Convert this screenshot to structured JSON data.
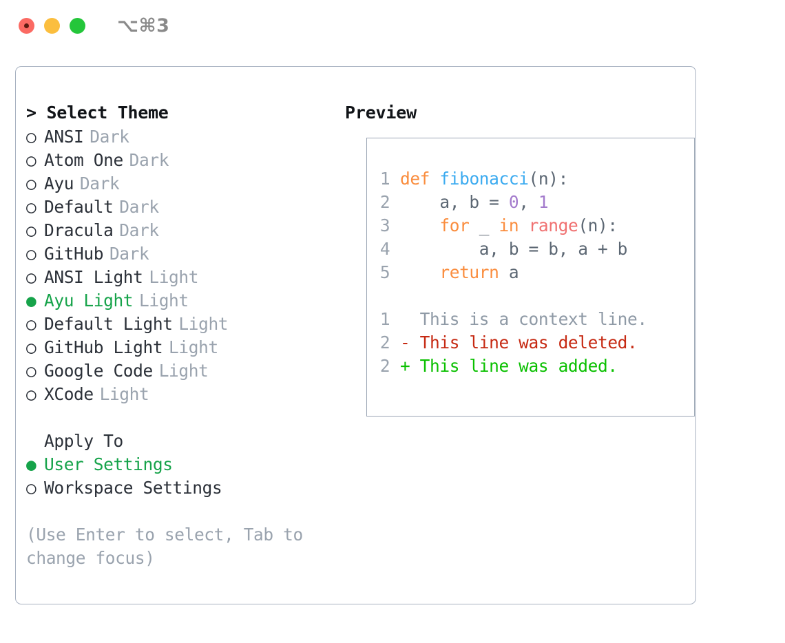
{
  "window": {
    "shortcut_label": "⌥⌘3",
    "traffic_lights": [
      "close",
      "minimize",
      "zoom"
    ]
  },
  "left_panel": {
    "title": "> Select Theme",
    "themes": [
      {
        "marker": "○",
        "name": "ANSI",
        "variant": "Dark",
        "selected": false
      },
      {
        "marker": "○",
        "name": "Atom One",
        "variant": "Dark",
        "selected": false
      },
      {
        "marker": "○",
        "name": "Ayu",
        "variant": "Dark",
        "selected": false
      },
      {
        "marker": "○",
        "name": "Default",
        "variant": "Dark",
        "selected": false
      },
      {
        "marker": "○",
        "name": "Dracula",
        "variant": "Dark",
        "selected": false
      },
      {
        "marker": "○",
        "name": "GitHub",
        "variant": "Dark",
        "selected": false
      },
      {
        "marker": "○",
        "name": "ANSI Light",
        "variant": "Light",
        "selected": false
      },
      {
        "marker": "●",
        "name": "Ayu Light",
        "variant": "Light",
        "selected": true
      },
      {
        "marker": "○",
        "name": "Default Light",
        "variant": "Light",
        "selected": false
      },
      {
        "marker": "○",
        "name": "GitHub Light",
        "variant": "Light",
        "selected": false
      },
      {
        "marker": "○",
        "name": "Google Code",
        "variant": "Light",
        "selected": false
      },
      {
        "marker": "○",
        "name": "XCode",
        "variant": "Light",
        "selected": false
      }
    ],
    "apply_to": {
      "heading": "Apply To",
      "options": [
        {
          "marker": "●",
          "label": "User Settings",
          "selected": true
        },
        {
          "marker": "○",
          "label": "Workspace Settings",
          "selected": false
        }
      ]
    },
    "hint": "(Use Enter to select, Tab to change focus)"
  },
  "right_panel": {
    "title": "Preview",
    "code_lines": [
      {
        "n": "1",
        "tokens": [
          {
            "t": "def",
            "c": "kw"
          },
          {
            "t": " ",
            "c": "pl"
          },
          {
            "t": "fibonacci",
            "c": "fn"
          },
          {
            "t": "(n):",
            "c": "pl"
          }
        ]
      },
      {
        "n": "2",
        "tokens": [
          {
            "t": "    a, b = ",
            "c": "pl"
          },
          {
            "t": "0",
            "c": "num"
          },
          {
            "t": ", ",
            "c": "pl"
          },
          {
            "t": "1",
            "c": "num"
          }
        ]
      },
      {
        "n": "3",
        "tokens": [
          {
            "t": "    ",
            "c": "pl"
          },
          {
            "t": "for",
            "c": "kw"
          },
          {
            "t": " _ ",
            "c": "pl"
          },
          {
            "t": "in",
            "c": "kw"
          },
          {
            "t": " ",
            "c": "pl"
          },
          {
            "t": "range",
            "c": "call"
          },
          {
            "t": "(n):",
            "c": "pl"
          }
        ]
      },
      {
        "n": "4",
        "tokens": [
          {
            "t": "        a, b = b, a + b",
            "c": "pl"
          }
        ]
      },
      {
        "n": "5",
        "tokens": [
          {
            "t": "    ",
            "c": "pl"
          },
          {
            "t": "return",
            "c": "kw"
          },
          {
            "t": " a",
            "c": "pl"
          }
        ]
      }
    ],
    "diff_lines": [
      {
        "n": "1",
        "sign": " ",
        "text": " This is a context line.",
        "c": "ctx"
      },
      {
        "n": "2",
        "sign": "-",
        "text": " This line was deleted.",
        "c": "del"
      },
      {
        "n": "2",
        "sign": "+",
        "text": " This line was added.",
        "c": "add"
      }
    ]
  },
  "colors": {
    "accent_green": "#16a34a",
    "keyword_orange": "#fa8d3e",
    "function_blue": "#3cabf0",
    "call_salmon": "#f07171",
    "number_purple": "#a37acc",
    "plain_slate": "#5c6773",
    "muted_gray": "#9aa3ae",
    "diff_deleted": "#c62a13",
    "diff_added": "#0ac000",
    "border": "#a7b1c0"
  }
}
